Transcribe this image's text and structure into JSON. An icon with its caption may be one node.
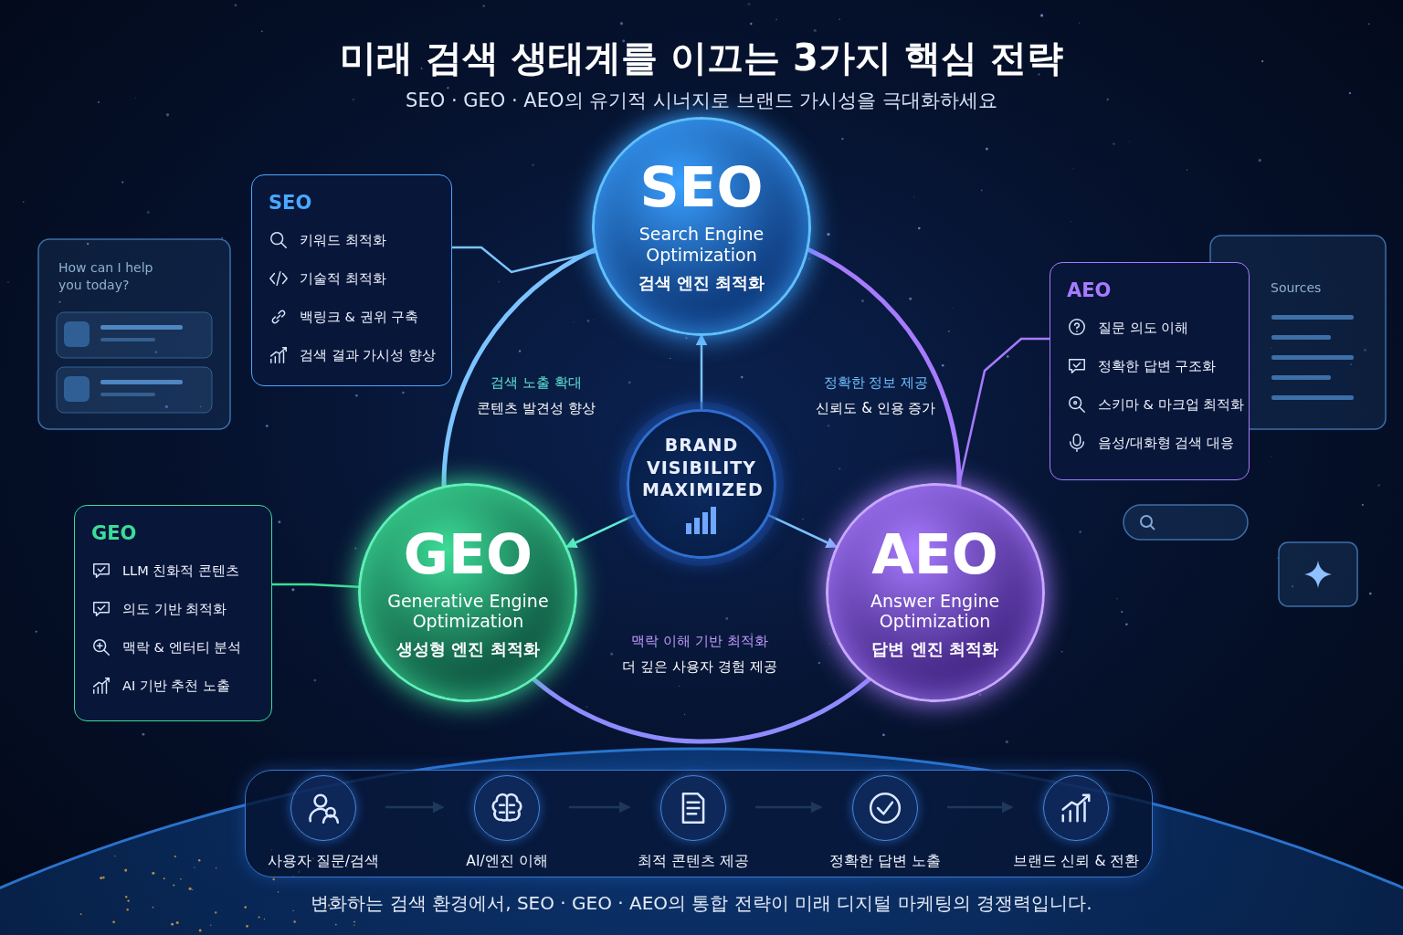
{
  "diagram": {
    "title": "미래 검색 생태계를 이끄는 3가지 핵심 전략",
    "caption": "변화하는 검색 환경에서, SEO · GEO · AEO의 통합 전략이 미래 디지털 마케팅의 경쟁력입니다.",
    "nodes": [
      {
        "text": [
          "SEO",
          "Search Engine Optimization",
          "검색 엔진 최적화"
        ]
      },
      {
        "text": [
          "GEO",
          "Generative Engine Optimization",
          "생성형 엔진 최적화"
        ]
      },
      {
        "text": [
          "AEO",
          "Answer Engine Optimization",
          "답변 엔진 최적화"
        ]
      },
      {
        "text": [
          "BRAND VISIBILITY MAXIMIZED"
        ]
      },
      {
        "text": [
          "SEO",
          "키워드 최적화",
          "기술적 최적화",
          "백링크 & 권위 구축",
          "검색 결과 가시성 향상"
        ]
      },
      {
        "text": [
          "AEO",
          "질문 의도 이해",
          "정확한 답변 구조화",
          "스키마 & 마크업 최적화",
          "음성/대화형 검색 대응"
        ]
      },
      {
        "text": [
          "GEO",
          "LLM 친화적 콘텐츠",
          "의도 기반 최적화",
          "맥락 & 엔터티 분석",
          "AI 기반 추천 노출"
        ]
      },
      {
        "text": [],
        "shape": "box"
      },
      {
        "text": [
          "사용자 질문/검색"
        ],
        "in": 7
      },
      {
        "text": [
          "AI/엔진 이해"
        ],
        "in": 7
      },
      {
        "text": [
          "최적 콘텐츠 제공"
        ],
        "in": 7
      },
      {
        "text": [
          "정확한 답변 노출"
        ],
        "in": 7
      },
      {
        "text": [
          "브랜드 신뢰 & 전환"
        ],
        "in": 7
      }
    ],
    "edges": [
      {
        "from": 3,
        "to": 0,
        "arrow": "to"
      },
      {
        "from": 3,
        "to": 1,
        "arrow": "to",
        "color": "#5ef0d0"
      },
      {
        "from": 3,
        "to": 2,
        "arrow": "to"
      },
      {
        "from": 0,
        "to": 1,
        "arrow": "none",
        "style": "thick"
      },
      {
        "from": 1,
        "to": 2,
        "arrow": "none",
        "style": "thick",
        "color": "#8f8bff"
      },
      {
        "from": 2,
        "to": 0,
        "arrow": "none",
        "style": "thick",
        "color": "#a77bff"
      },
      {
        "from": 4,
        "to": 0,
        "arrow": "none"
      },
      {
        "from": 5,
        "to": 2,
        "arrow": "none",
        "color": "#a77bff"
      },
      {
        "from": 6,
        "to": 1,
        "arrow": "none",
        "color": "#3ddc97"
      },
      {
        "from": 8,
        "to": 9,
        "arrow": "to"
      },
      {
        "from": 9,
        "to": 10,
        "arrow": "to"
      },
      {
        "from": 10,
        "to": 11,
        "arrow": "to"
      },
      {
        "from": 11,
        "to": 12,
        "arrow": "to"
      }
    ],
    "labels": [
      "SEO · GEO · AEO의 유기적 시너지로 브랜드 가시성을 극대화하세요",
      "검색 노출 확대",
      "콘텐츠 발견성 향상",
      "정확한 정보 제공",
      "신뢰도 & 인용 증가",
      "맥락 이해 기반 최적화",
      "더 깊은 사용자 경험 제공",
      "How can I help you today?",
      "Sources"
    ]
  }
}
